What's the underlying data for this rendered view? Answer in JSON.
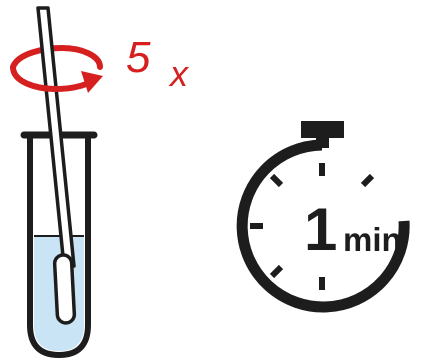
{
  "rotation": {
    "count": "5",
    "unit": "x",
    "color": "#d62020"
  },
  "timer": {
    "value": "1",
    "unit": "min",
    "color": "#1d1d1d"
  },
  "tube": {
    "liquid_color": "#c9e5f5",
    "outline_color": "#1d1d1d"
  },
  "icons": [
    "swab-icon",
    "test-tube-icon",
    "rotate-arrow-icon",
    "stopwatch-icon"
  ]
}
